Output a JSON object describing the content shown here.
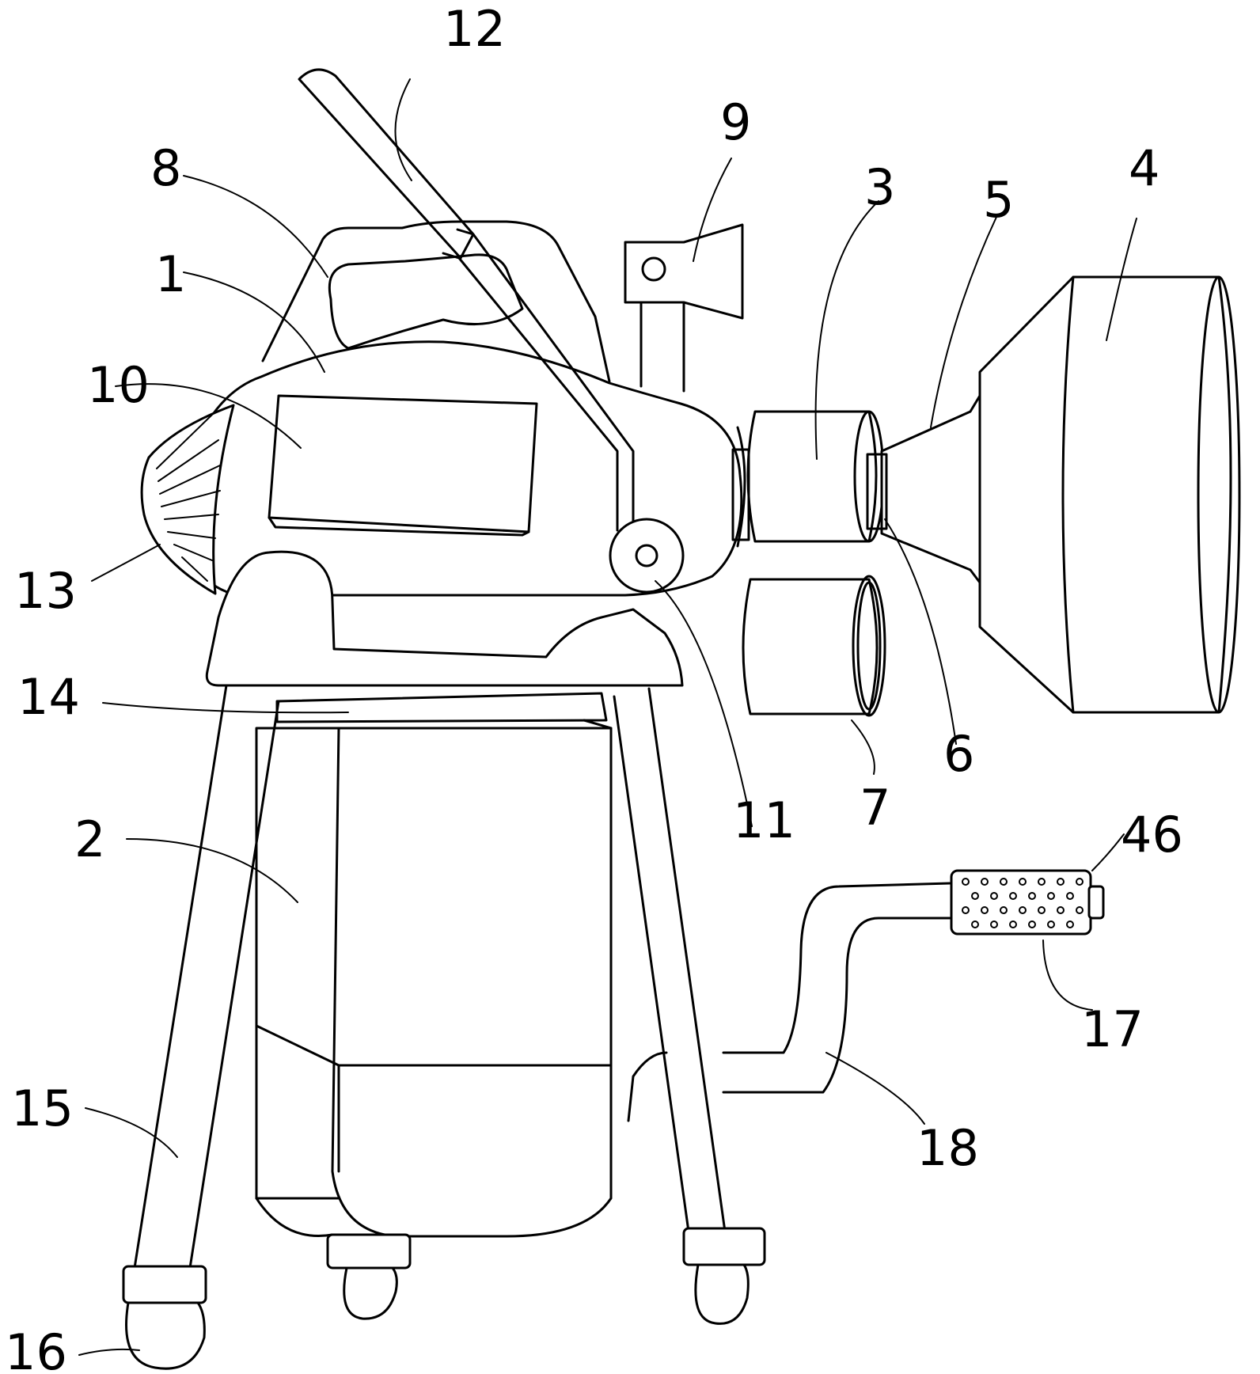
{
  "figure": {
    "labels": {
      "l1": "1",
      "l2": "2",
      "l3": "3",
      "l4": "4",
      "l5": "5",
      "l6": "6",
      "l7": "7",
      "l8": "8",
      "l9": "9",
      "l10": "10",
      "l11": "11",
      "l12": "12",
      "l13": "13",
      "l14": "14",
      "l15": "15",
      "l16": "16",
      "l17": "17",
      "l18": "18",
      "l46": "46"
    }
  }
}
